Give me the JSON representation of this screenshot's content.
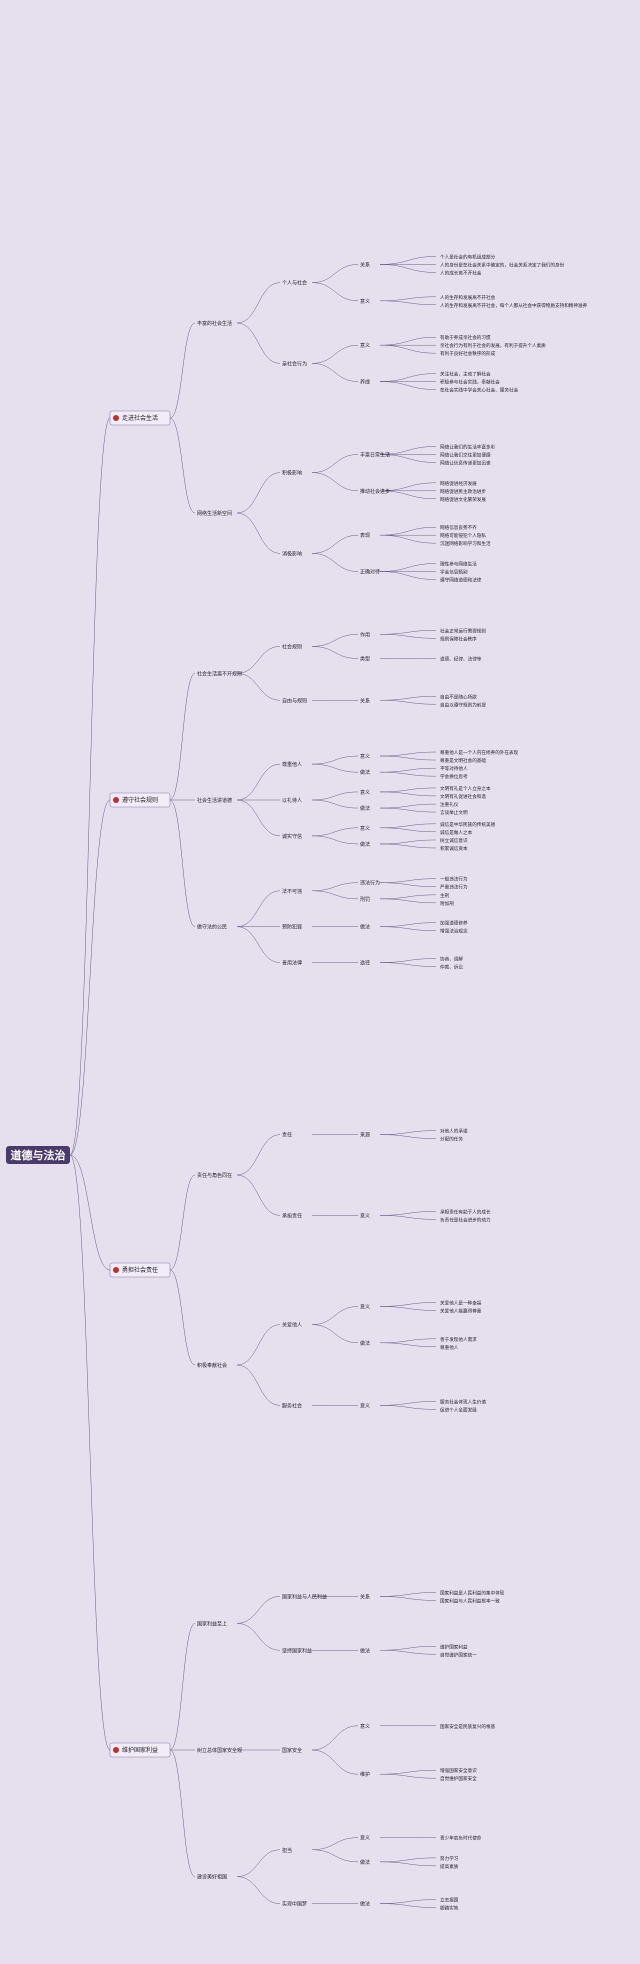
{
  "root": "道德与法治",
  "chapters": [
    {
      "title": "走进社会生活",
      "color": "#c03030",
      "sections": [
        {
          "label": "丰富的社会生活",
          "items": [
            {
              "label": "个人与社会",
              "items": [
                {
                  "label": "关系",
                  "leaves": [
                    "个人是社会的有机组成部分",
                    "人的身份是在社会关系中确定的，社会关系决定了我们的身份",
                    "人的成长离不开社会"
                  ]
                },
                {
                  "label": "意义",
                  "leaves": [
                    "人的生存和发展离不开社会",
                    "人的生存和发展离不开社会，每个人都从社会中获得物质支持和精神滋养"
                  ]
                }
              ]
            },
            {
              "label": "亲社会行为",
              "items": [
                {
                  "label": "意义",
                  "leaves": [
                    "有助于养成亲社会的习惯",
                    "亲社会行为有利于社会的发展，有利于提升个人素质",
                    "有利于良好社会秩序的形成"
                  ]
                },
                {
                  "label": "养成",
                  "leaves": [
                    "关注社会，主动了解社会",
                    "积极参与社会实践，奉献社会",
                    "在社会实践中学会关心社会、服务社会"
                  ]
                }
              ]
            }
          ]
        },
        {
          "label": "网络生活新空间",
          "items": [
            {
              "label": "积极影响",
              "items": [
                {
                  "label": "丰富日常生活",
                  "leaves": [
                    "网络让我们的生活丰富多彩",
                    "网络让我们交往更加便捷",
                    "网络让信息传递更加迅速"
                  ]
                },
                {
                  "label": "推动社会进步",
                  "leaves": [
                    "网络促进经济发展",
                    "网络促进民主政治进步",
                    "网络促进文化繁荣发展"
                  ]
                }
              ]
            },
            {
              "label": "消极影响",
              "items": [
                {
                  "label": "表现",
                  "leaves": [
                    "网络信息良莠不齐",
                    "网络可能侵犯个人隐私",
                    "沉迷网络影响学习和生活"
                  ]
                },
                {
                  "label": "正确对待",
                  "leaves": [
                    "理性参与网络生活",
                    "学会信息甄别",
                    "遵守网络道德和法律"
                  ]
                }
              ]
            }
          ]
        }
      ]
    },
    {
      "title": "遵守社会规则",
      "color": "#c03030",
      "sections": [
        {
          "label": "社会生活离不开规则",
          "items": [
            {
              "label": "社会规则",
              "items": [
                {
                  "label": "作用",
                  "leaves": [
                    "社会正常运行需要规则",
                    "规则保障社会秩序"
                  ]
                },
                {
                  "label": "类型",
                  "leaves": [
                    "道德、纪律、法律等"
                  ]
                }
              ]
            },
            {
              "label": "自由与规则",
              "items": [
                {
                  "label": "关系",
                  "leaves": [
                    "自由不是随心所欲",
                    "自由以遵守规则为前提"
                  ]
                }
              ]
            }
          ]
        },
        {
          "label": "社会生活讲道德",
          "items": [
            {
              "label": "尊重他人",
              "items": [
                {
                  "label": "意义",
                  "leaves": [
                    "尊重他人是一个人内在修养的外在表现",
                    "尊重是文明社会的基础"
                  ]
                },
                {
                  "label": "做法",
                  "leaves": [
                    "平等对待他人",
                    "学会换位思考"
                  ]
                }
              ]
            },
            {
              "label": "以礼待人",
              "items": [
                {
                  "label": "意义",
                  "leaves": [
                    "文明有礼是个人立身之本",
                    "文明有礼促进社会和谐"
                  ]
                },
                {
                  "label": "做法",
                  "leaves": [
                    "注重礼仪",
                    "言谈举止文明"
                  ]
                }
              ]
            },
            {
              "label": "诚实守信",
              "items": [
                {
                  "label": "意义",
                  "leaves": [
                    "诚信是中华民族的传统美德",
                    "诚信是做人之本"
                  ]
                },
                {
                  "label": "做法",
                  "leaves": [
                    "树立诚信意识",
                    "积累诚信资本"
                  ]
                }
              ]
            }
          ]
        },
        {
          "label": "做守法的公民",
          "items": [
            {
              "label": "法不可违",
              "items": [
                {
                  "label": "违法行为",
                  "leaves": [
                    "一般违法行为",
                    "严重违法行为"
                  ]
                },
                {
                  "label": "刑罚",
                  "leaves": [
                    "主刑",
                    "附加刑"
                  ]
                }
              ]
            },
            {
              "label": "预防犯罪",
              "items": [
                {
                  "label": "做法",
                  "leaves": [
                    "加强道德修养",
                    "增强法治观念"
                  ]
                }
              ]
            },
            {
              "label": "善用法律",
              "items": [
                {
                  "label": "途径",
                  "leaves": [
                    "协商、调解",
                    "仲裁、诉讼"
                  ]
                }
              ]
            }
          ]
        }
      ]
    },
    {
      "title": "勇担社会责任",
      "color": "#c03030",
      "sections": [
        {
          "label": "责任与角色同在",
          "items": [
            {
              "label": "责任",
              "items": [
                {
                  "label": "来源",
                  "leaves": [
                    "对他人的承诺",
                    "分配的任务"
                  ]
                }
              ]
            },
            {
              "label": "承担责任",
              "items": [
                {
                  "label": "意义",
                  "leaves": [
                    "承担责任有助于人的成长",
                    "负责任是社会进步的动力"
                  ]
                }
              ]
            }
          ]
        },
        {
          "label": "积极奉献社会",
          "items": [
            {
              "label": "关爱他人",
              "items": [
                {
                  "label": "意义",
                  "leaves": [
                    "关爱他人是一种幸福",
                    "关爱他人能赢得尊重"
                  ]
                },
                {
                  "label": "做法",
                  "leaves": [
                    "善于发现他人需求",
                    "尊重他人"
                  ]
                }
              ]
            },
            {
              "label": "服务社会",
              "items": [
                {
                  "label": "意义",
                  "leaves": [
                    "服务社会体现人生价值",
                    "促进个人全面发展"
                  ]
                }
              ]
            }
          ]
        }
      ]
    },
    {
      "title": "维护国家利益",
      "color": "#c03030",
      "sections": [
        {
          "label": "国家利益至上",
          "items": [
            {
              "label": "国家利益与人民利益",
              "items": [
                {
                  "label": "关系",
                  "leaves": [
                    "国家利益是人民利益的集中体现",
                    "国家利益与人民利益根本一致"
                  ]
                }
              ]
            },
            {
              "label": "坚持国家利益",
              "items": [
                {
                  "label": "做法",
                  "leaves": [
                    "维护国家利益",
                    "自觉维护国家统一"
                  ]
                }
              ]
            }
          ]
        },
        {
          "label": "树立总体国家安全观",
          "items": [
            {
              "label": "国家安全",
              "items": [
                {
                  "label": "意义",
                  "leaves": [
                    "国家安全是民族复兴的根基"
                  ]
                },
                {
                  "label": "维护",
                  "leaves": [
                    "增强国家安全意识",
                    "自觉维护国家安全"
                  ]
                }
              ]
            }
          ]
        },
        {
          "label": "建设美好祖国",
          "items": [
            {
              "label": "担当",
              "items": [
                {
                  "label": "意义",
                  "leaves": [
                    "青少年肩负时代使命"
                  ]
                },
                {
                  "label": "做法",
                  "leaves": [
                    "努力学习",
                    "提高素质"
                  ]
                }
              ]
            },
            {
              "label": "实现中国梦",
              "items": [
                {
                  "label": "做法",
                  "leaves": [
                    "立志报国",
                    "脚踏实地"
                  ]
                }
              ]
            }
          ]
        }
      ]
    }
  ]
}
